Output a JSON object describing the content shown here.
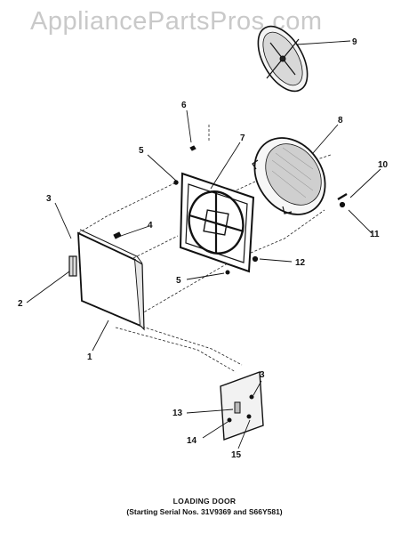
{
  "watermark": "AppliancePartsPros.com",
  "callouts": [
    {
      "id": "c1",
      "label": "1"
    },
    {
      "id": "c2",
      "label": "2"
    },
    {
      "id": "c3a",
      "label": "3"
    },
    {
      "id": "c3b",
      "label": "3"
    },
    {
      "id": "c4",
      "label": "4"
    },
    {
      "id": "c5a",
      "label": "5"
    },
    {
      "id": "c5b",
      "label": "5"
    },
    {
      "id": "c6",
      "label": "6"
    },
    {
      "id": "c7",
      "label": "7"
    },
    {
      "id": "c8",
      "label": "8"
    },
    {
      "id": "c9",
      "label": "9"
    },
    {
      "id": "c10",
      "label": "10"
    },
    {
      "id": "c11",
      "label": "11"
    },
    {
      "id": "c12",
      "label": "12"
    },
    {
      "id": "c13",
      "label": "13"
    },
    {
      "id": "c14",
      "label": "14"
    },
    {
      "id": "c15",
      "label": "15"
    }
  ],
  "caption": {
    "title": "LOADING DOOR",
    "subtitle": "(Starting Serial Nos. 31V9369 and S66Y581)"
  }
}
